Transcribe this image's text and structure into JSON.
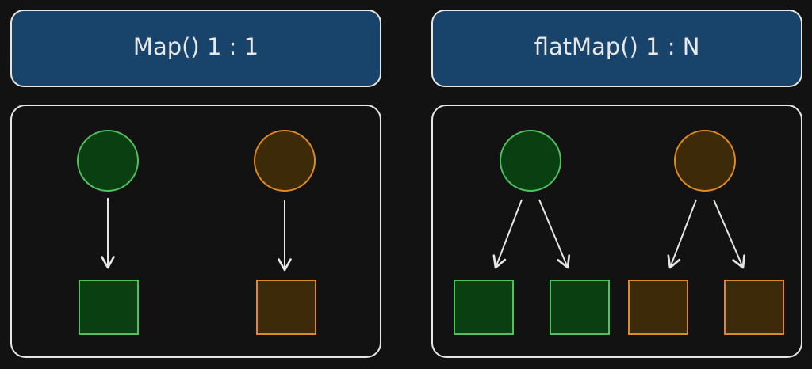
{
  "colors": {
    "background": "#121212",
    "header_fill": "#18436b",
    "stroke_light": "#e6e6e6",
    "green_fill": "#0a3f12",
    "green_stroke": "#4fc25f",
    "orange_fill": "#3c2a08",
    "orange_stroke": "#e08a22"
  },
  "panels": {
    "map": {
      "title": "Map() 1 : 1",
      "sources": [
        "green",
        "orange"
      ],
      "outputs": [
        "green",
        "orange"
      ]
    },
    "flatmap": {
      "title": "flatMap() 1 : N",
      "sources": [
        "green",
        "orange"
      ],
      "outputs": [
        "green",
        "green",
        "orange",
        "orange"
      ]
    }
  }
}
